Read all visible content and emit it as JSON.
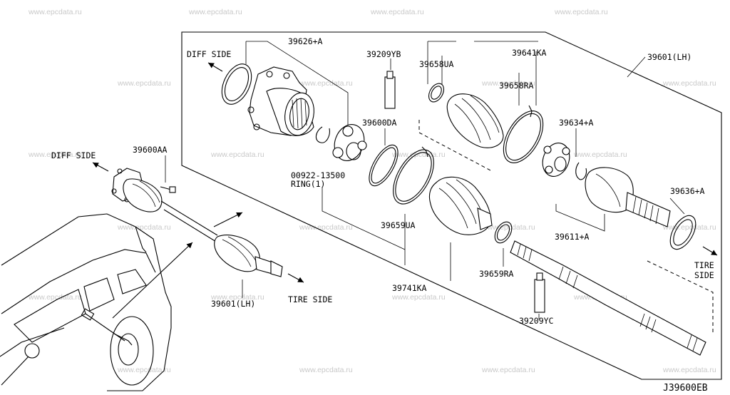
{
  "watermark": "www.epcdata.ru",
  "diagram_code": "J39600EB",
  "labels": {
    "diff_side_top": "DIFF SIDE",
    "diff_side_left": "DIFF SIDE",
    "tire_side_bottom": "TIRE SIDE",
    "tire_side_right_1": "TIRE",
    "tire_side_right_2": "SIDE",
    "p39626": "39626+A",
    "p39209yb": "39209YB",
    "p39658ua": "39658UA",
    "p39641ka": "39641KA",
    "p39601_top": "39601(LH)",
    "p39658ra": "39658RA",
    "p39600da": "39600DA",
    "p39634": "39634+A",
    "p00922": "00922-13500",
    "ring": "RING(1)",
    "p39659ua": "39659UA",
    "p39636": "39636+A",
    "p39611": "39611+A",
    "p39659ra": "39659RA",
    "p39741ka": "39741KA",
    "p39209yc": "39209YC",
    "p39600aa": "39600AA",
    "p39601_bottom": "39601(LH)"
  }
}
